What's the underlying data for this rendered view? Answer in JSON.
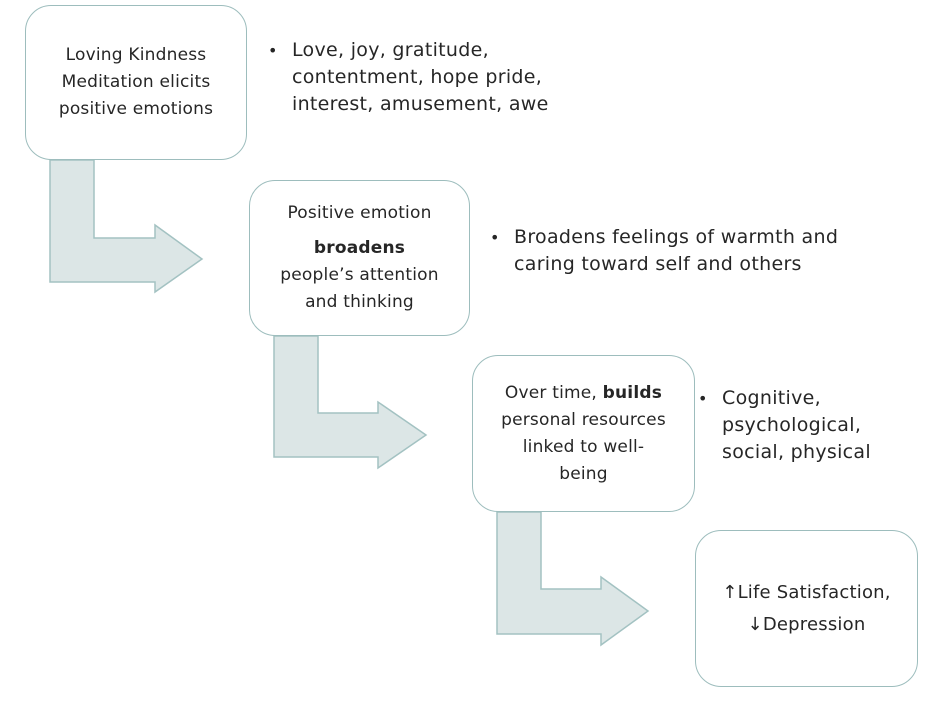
{
  "colors": {
    "box_border": "#9dbdbd",
    "arrow_fill": "#dce6e6",
    "arrow_stroke": "#a3c2c2",
    "text": "#262626"
  },
  "steps": [
    {
      "lines": [
        "Loving Kindness",
        "Meditation elicits",
        "positive emotions"
      ],
      "bullet": "Love, joy, gratitude, contentment, hope pride, interest, amusement, awe",
      "bullet_lines": [
        "Love, joy, gratitude,",
        "contentment, hope pride,",
        "interest, amusement, awe"
      ]
    },
    {
      "line1": "Positive emotion",
      "bold": "broadens",
      "line3": "people’s attention",
      "line4": "and thinking",
      "bullet_lines": [
        "Broadens feelings of warmth and",
        "caring toward self and others"
      ]
    },
    {
      "prefix": "Over time, ",
      "bold": "builds",
      "line2": "personal resources",
      "line3": "linked to well-",
      "line4": "being",
      "bullet_lines": [
        "Cognitive,",
        "psychological,",
        "social, physical"
      ]
    },
    {
      "line1": "↑Life Satisfaction,",
      "line2": "↓Depression"
    }
  ],
  "bullet_glyph": "•"
}
